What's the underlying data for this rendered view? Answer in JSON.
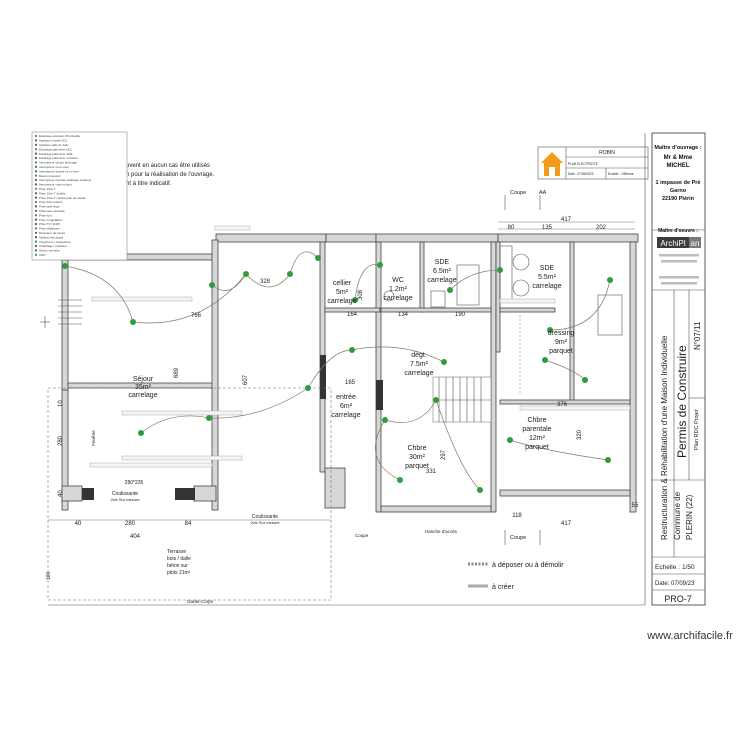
{
  "watermark": "www.archifacile.fr",
  "cartouche": {
    "stamp_name": "ROBIN",
    "stamp_doc": "PLAN ELECTRICITE",
    "stamp_date": "Date : 07/09/2023",
    "stamp_scale": "Echelle : 1/50eme",
    "owner_heading": "Maître d'ouvrage :",
    "owner_name_1": "Mr & Mme",
    "owner_name_2": "MICHEL",
    "owner_addr_1": "1 impasse de Pré",
    "owner_addr_2": "Garno",
    "owner_addr_3": "22190 Plérin",
    "architect_heading": "Maître d'oeuvre :",
    "architect_logo_a": "ArchiPl",
    "architect_logo_b": "an",
    "project_title_1": "Restructuration & Réhabilitation d'une Maison Individuelle",
    "project_title_2": "Permis de Construire",
    "project_title_3": "Plan RDC Projet",
    "sheet_number": "N°07/11",
    "commune_1": "Commune de",
    "commune_2": "PLERIN (22)",
    "scale_label": "Echelle :",
    "scale_value": "1/50",
    "date_label": "Date:",
    "date_value": "07/09/23",
    "pro_code": "PRO-7"
  },
  "notes": {
    "note_1": "uvent en aucun cas être utilisés",
    "note_2": "n pour la réalisation de l'ouvrage.",
    "note_3": "nt à titre indicatif."
  },
  "legend": {
    "demolish": "à déposer ou à démolir",
    "create": "à créer"
  },
  "rooms": {
    "sejour_name": "Séjour",
    "sejour_area": "35m²",
    "sejour_floor": "carrelage",
    "cellier_name": "cellier",
    "cellier_area": "5m²",
    "cellier_floor": "carrelage",
    "wc_name": "WC",
    "wc_area": "1.2m²",
    "wc_floor": "carrelage",
    "sde1_name": "SDE",
    "sde1_area": "6.5m²",
    "sde1_floor": "carrelage",
    "sde2_name": "SDE",
    "sde2_area": "5.5m²",
    "sde2_floor": "carrelage",
    "dressing_name": "dressing",
    "dressing_area": "9m²",
    "dressing_floor": "parquet",
    "dgt_name": "dégt.",
    "dgt_area": "7.5m²",
    "dgt_floor": "carrelage",
    "entree_name": "entrée",
    "entree_area": "6m²",
    "entree_floor": "carrelage",
    "chbre1_name": "Chbre",
    "chbre1_area": "30m²",
    "chbre1_floor": "parquet",
    "chbre2_name": "Chbre",
    "chbre2_area": "parentale",
    "chbre2_area2": "12m²",
    "chbre2_floor": "parquet",
    "coulissante_1": "Coulissante",
    "coulissante_1b": "2vtx Sur mesure",
    "coulissante_2": "Coulissante",
    "coulissante_2b": "2vtx Sur mesure",
    "fenetre": "Fenêtre",
    "terrasse_1": "Terrasse",
    "terrasse_2": "bois / dalle",
    "terrasse_3": "béton sur",
    "terrasse_4": "plots 21m²",
    "garde_corps": "Garde-Corps",
    "coupe_top": "Coupe",
    "coupe_bottom": "Coupe",
    "hanche": "Hanche d'accès",
    "coupe_ax": "AA"
  },
  "dimensions": {
    "d_417_top": "417",
    "d_80": "80",
    "d_135": "135",
    "d_202": "202",
    "d_328": "328",
    "d_766": "766",
    "d_164": "164",
    "d_134": "134",
    "d_190": "190",
    "d_165": "165",
    "d_376": "376",
    "d_689": "689",
    "d_607": "607",
    "d_308": "308",
    "d_297": "297",
    "d_331": "331",
    "d_320": "320",
    "d_118": "118",
    "d_417_bot": "417",
    "d_55": "55",
    "d_40a": "40",
    "d_280": "280",
    "d_84": "84",
    "d_404": "404",
    "d_10": "10",
    "d_280v": "280",
    "d_40v": "40",
    "d_100": "100",
    "d_280x235": "280*235"
  },
  "legend_list": [
    "Eclairage extérieur DCL/douille",
    "Applique murale DCL",
    "Applique salle de bain",
    "Eclairage plafonnier DCL",
    "Eclairage plafonnier SDE",
    "Eclairage plafonnier encastré",
    "Interrupteur simple allumage",
    "Interrupteur va et vient",
    "Interrupteur double va et vient",
    "Bouton poussoir",
    "Interrupteur contrôle éclairage extérieur",
    "Interrupteur volet roulant",
    "Prise 16A+T",
    "Prise 16A+T double",
    "Prise 16A+T cuisine plan de travail",
    "Prise 32A cuisson",
    "Prise lave-linge",
    "Prise lave-vaisselle",
    "Prise four",
    "Prise congélateur",
    "Prise TV / RJ45",
    "Prise téléphone",
    "Détecteur de fumée",
    "Tableau électrique",
    "Interphone / Visiophone",
    "Chauffage / radiateur",
    "Sèche serviette",
    "VMC"
  ]
}
